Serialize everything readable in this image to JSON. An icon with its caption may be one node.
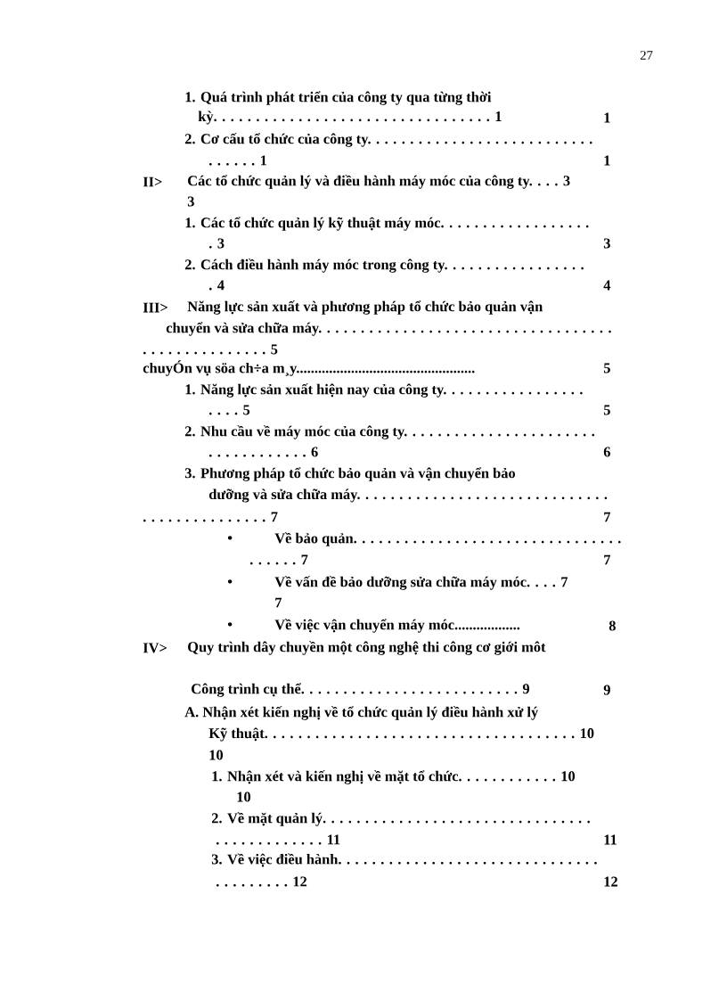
{
  "diagram": {
    "labels": [
      "27",
      "1.  Quá trình phát triển của công ty qua từng thời",
      "kỳ. . . . . . . . . . . . . . . . . . . . . . . . . . . . . . . . . 1",
      "1",
      "2.  Cơ cấu tổ chức của công ty. . . . . . . . . . . . . . . . . . . . . . . . . . .",
      ". . . . . . 1",
      "1",
      "II>",
      "Các tổ chức quản lý và điều hành máy móc của công ty. . . . 3",
      "3",
      "1.  Các tổ chức quản lý kỹ thuật máy móc. . . . . . . . . . . . . . . . . .",
      ". 3",
      "3",
      "2.  Cách điều hành máy móc trong công ty. . . . . . . . . . . . . . . . .",
      ". 4",
      "4",
      "III>",
      "Năng lực sản xuất và phương pháp tổ chức bảo quản vận",
      "chuyển và sửa chữa máy. . . . . . . . . . . . . . . . . . . . . . . . . . . . . . . . . . .",
      ". . . . . . . . . . . . . . . 5",
      "chuyÓn vụ söa ch÷a m¸y.................................................",
      "5",
      "1.  Năng lực sản xuất hiện nay của công ty. . . . . . . . . . . . . . . . .",
      ". . . . 5",
      "5",
      "2.  Nhu cầu về máy móc của công ty. . . . . . . . . . . . . . . . . . . . . . .",
      ". . . . . . . . . . . . 6",
      "6",
      "3.  Phương pháp tổ chức bảo quản và vận chuyển bảo",
      "dưỡng và sửa chữa máy. . . . . . . . . . . . . . . . . . . . . . . . . . . . . .",
      ". . . . . . . . . . . . . . . 7",
      "7",
      "•",
      "Về bảo quản. . . . . . . . . . . . . . . . . . . . . . . . . . . . . . . .",
      ". . . . . . 7",
      "7",
      "•",
      "Về vấn đề bảo dưỡng sửa chữa máy móc. . . . 7",
      "7",
      "•",
      "Về việc vận chuyển máy móc..................",
      "8",
      "IV>",
      "Quy trình dây chuyền một công nghệ thi công cơ giới môt",
      "Công trình cụ thể. . . . . . . . . . . . . . . . . . . . . . . . . . 9",
      "9",
      "A.  Nhận xét kiến nghị về tổ chức quản lý điều hành xử lý",
      "Kỹ thuật. . . . . . . . . . . . . . . . . . . . . . . . . . . . . . . . . . . . . 10",
      "10",
      "1.  Nhận xét và kiến nghị về mặt tổ chức. . . . . . . . . . . . 10",
      "10",
      "2.  Về mặt quản lý. . . . . . . . . . . . . . . . . . . . . . . . . . . . . . . .",
      ". . . . . . . . . . . . . 11",
      "11",
      "3.  Về việc điều hành. . . . . . . . . . . . . . . . . . . . . . . . . . . . . . .",
      ". . . . . . . . . 12",
      "12"
    ]
  }
}
